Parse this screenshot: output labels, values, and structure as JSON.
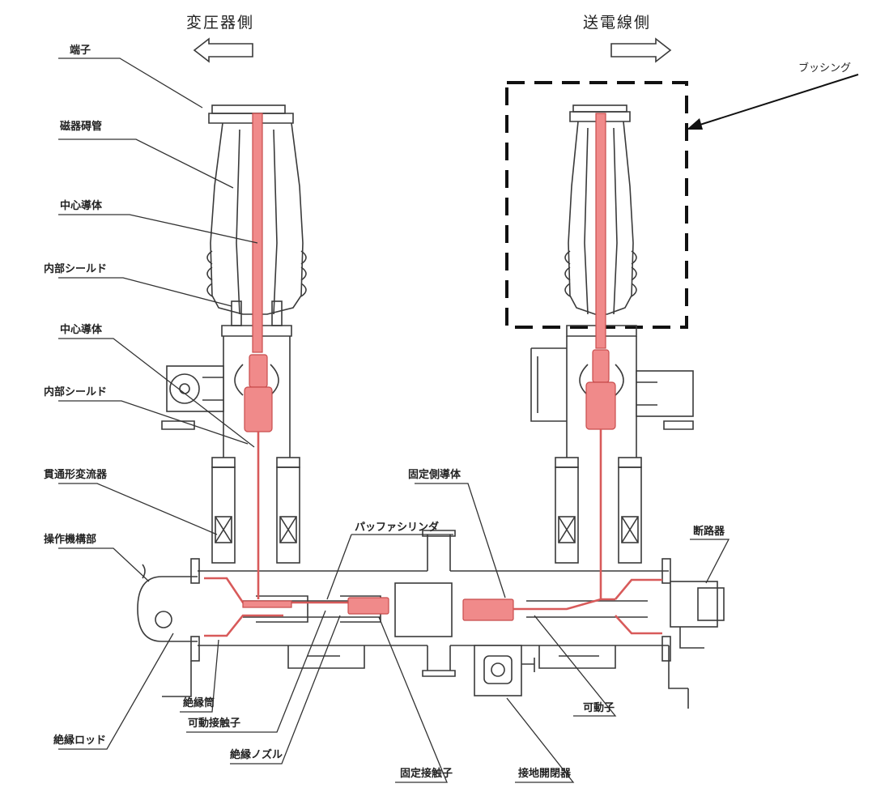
{
  "directions": {
    "transformer_side": "変圧器側",
    "line_side": "送電線側"
  },
  "callout": {
    "bushing": "ブッシング"
  },
  "labels": {
    "terminal": "端子",
    "porcelain_bushing": "磁器碍管",
    "center_conductor_1": "中心導体",
    "internal_shield_1": "内部シールド",
    "center_conductor_2": "中心導体",
    "internal_shield_2": "内部シールド",
    "current_transformer": "貫通形変流器",
    "operating_mechanism": "操作機構部",
    "puffer_cylinder": "パッファシリンダ",
    "fixed_conductor": "固定側導体",
    "circuit_breaker": "断路器",
    "insulating_rod": "絶縁ロッド",
    "insulating_tube": "絶縁筒",
    "movable_contact": "可動接触子",
    "insulating_nozzle": "絶縁ノズル",
    "fixed_contact": "固定接触子",
    "earthing_switch": "接地開閉器",
    "movable_element": "可動子"
  },
  "colors": {
    "conductor_fill": "#f08a8a",
    "conductor_stroke": "#c84c4c",
    "line": "#333333"
  }
}
